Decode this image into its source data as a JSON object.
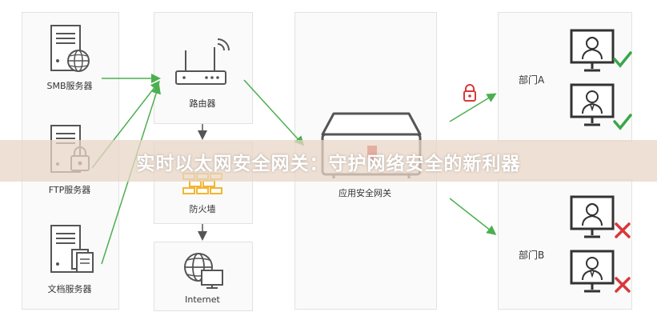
{
  "servers": {
    "smb_label": "SMB服务器",
    "ftp_label": "FTP服务器",
    "doc_label": "文档服务器"
  },
  "network": {
    "router_label": "路由器",
    "firewall_label": "防火墙",
    "internet_label": "Internet"
  },
  "gateway": {
    "label": "应用安全网关"
  },
  "departments": {
    "a_label": "部门A",
    "b_label": "部门B"
  },
  "banner": {
    "title": "实时以太网安全网关：守护网络安全的新利器"
  },
  "colors": {
    "arrow_green": "#4caf50",
    "allow_check": "#3aa64a",
    "deny_cross": "#d9383a",
    "lock_red": "#d9383a",
    "firewall_brick": "#f2b632",
    "icon_gray": "#555555",
    "banner_bg": "#e8d6c6"
  },
  "icons": {
    "smb": "server-globe-icon",
    "ftp": "server-lock-icon",
    "doc": "server-documents-icon",
    "router": "router-icon",
    "firewall": "firewall-icon",
    "internet": "globe-monitor-icon",
    "gateway": "gateway-device-icon",
    "lock": "lock-icon",
    "user": "user-monitor-icon",
    "allow": "checkmark-icon",
    "deny": "cross-icon"
  }
}
